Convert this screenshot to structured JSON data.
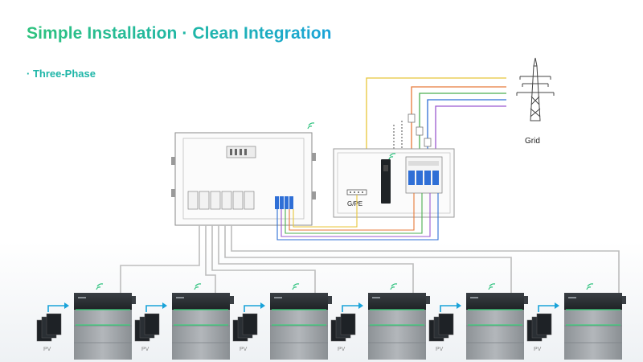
{
  "header": {
    "title": "Simple Installation · Clean Integration",
    "subtitle": "· Three-Phase"
  },
  "labels": {
    "grid": "Grid",
    "ground_bar": "G/PE",
    "pv": "PV"
  },
  "colors": {
    "accent_green": "#2ec27e",
    "accent_blue": "#1aa3d9",
    "wire_yellow": "#e8c53a",
    "wire_orange": "#e87a3a",
    "wire_green": "#4caf50",
    "wire_blue": "#2f6fd6",
    "wire_purple": "#9b59d0",
    "wire_gray": "#bdbdbd",
    "cabinet": "#9ea3a8",
    "cabinet_dark": "#2b2f33",
    "status_green": "#38d07a",
    "breaker_blue": "#2f6fd6"
  },
  "icons": [
    "wifi-icon",
    "arrow-right-icon",
    "transmission-tower-icon",
    "solar-panel-icon"
  ],
  "diagram": {
    "unit_count": 6
  }
}
